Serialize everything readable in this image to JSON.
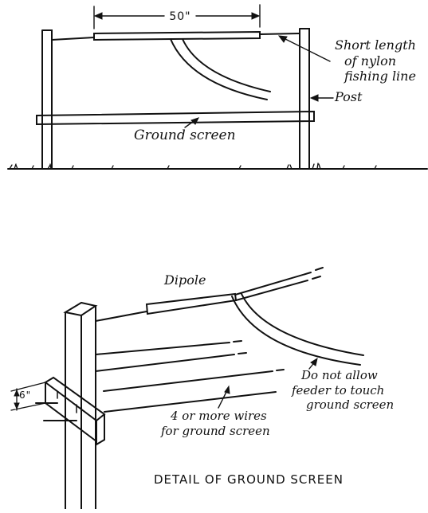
{
  "top_diagram": {
    "dimension_label": "50\"",
    "line_label_1": "Short length",
    "line_label_2": "of nylon",
    "line_label_3": "fishing line",
    "post_label": "Post",
    "ground_screen_label": "Ground screen"
  },
  "bottom_diagram": {
    "dipole_label": "Dipole",
    "spacing_label": "6\"",
    "warning_1": "Do not allow",
    "warning_2": "feeder to touch",
    "warning_3": "ground screen",
    "wires_1": "4 or more wires",
    "wires_2": "for ground screen",
    "caption": "DETAIL OF GROUND SCREEN"
  }
}
